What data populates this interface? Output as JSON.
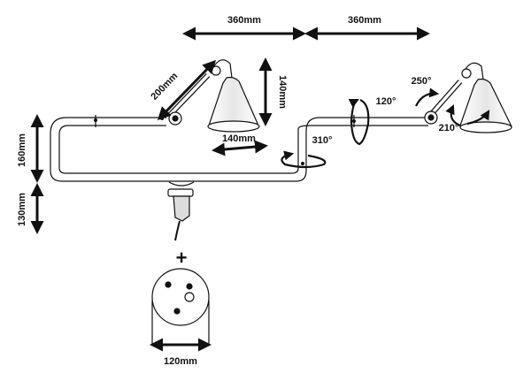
{
  "diagram": {
    "dimensions": {
      "top_arm_left": "360mm",
      "top_arm_right": "360mm",
      "shade_arm": "200mm",
      "shade_height": "140mm",
      "shade_width": "140mm",
      "height_upper": "160mm",
      "height_lower": "130mm",
      "base_diameter": "120mm"
    },
    "angles": {
      "base_rotation": "310°",
      "arm_rotation": "120°",
      "shade_tilt_up": "250°",
      "shade_tilt_down": "210°"
    },
    "plus_sign": "+"
  }
}
